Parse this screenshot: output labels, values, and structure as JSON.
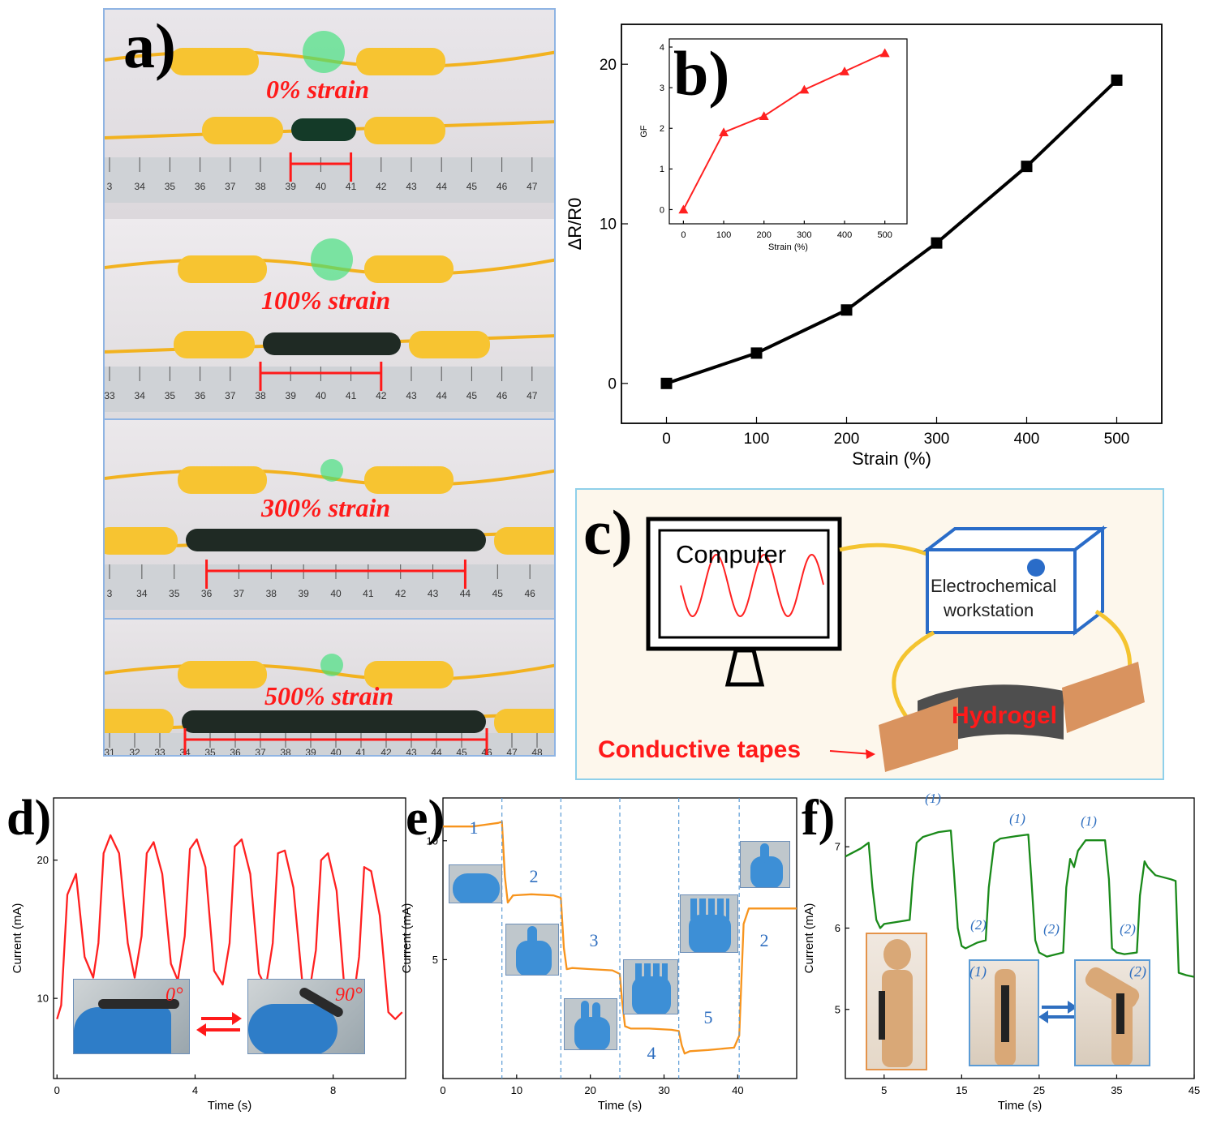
{
  "panel_a": {
    "letter": "a)",
    "photos": [
      {
        "label": "0% strain",
        "ruler": [
          "3",
          "34",
          "35",
          "36",
          "37",
          "38",
          "39",
          "40",
          "41",
          "42",
          "43",
          "44",
          "45",
          "46",
          "47"
        ],
        "marker_from": "39",
        "marker_to": "41"
      },
      {
        "label": "100% strain",
        "ruler": [
          "33",
          "34",
          "35",
          "36",
          "37",
          "38",
          "39",
          "40",
          "41",
          "42",
          "43",
          "44",
          "45",
          "46",
          "47"
        ],
        "marker_from": "38",
        "marker_to": "42"
      },
      {
        "label": "300% strain",
        "ruler": [
          "3",
          "34",
          "35",
          "36",
          "37",
          "38",
          "39",
          "40",
          "41",
          "42",
          "43",
          "44",
          "45",
          "46"
        ],
        "marker_from": "36",
        "marker_to": "44"
      },
      {
        "label": "500% strain",
        "ruler": [
          "31",
          "32",
          "33",
          "34",
          "35",
          "36",
          "37",
          "38",
          "39",
          "40",
          "41",
          "42",
          "43",
          "44",
          "45",
          "46",
          "47",
          "48"
        ],
        "marker_from": "34",
        "marker_to": "46"
      }
    ]
  },
  "panel_b": {
    "letter": "b)"
  },
  "panel_c": {
    "letter": "c)",
    "computer_label": "Computer",
    "workstation_label_1": "Electrochemical",
    "workstation_label_2": "workstation",
    "hydrogel_label": "Hydrogel",
    "tapes_label": "Conductive tapes"
  },
  "panel_d": {
    "letter": "d)",
    "angle_1": "0°",
    "angle_2": "90°"
  },
  "panel_e": {
    "letter": "e)",
    "gestures": [
      "1",
      "2",
      "3",
      "4",
      "5",
      "2"
    ]
  },
  "panel_f": {
    "letter": "f)",
    "state_1": "(1)",
    "state_2": "(2)"
  },
  "colors": {
    "black_series": "#000000",
    "red": "#ff2020",
    "orange": "#f7941d",
    "green": "#1a8a1a",
    "blue_text": "#2f6fc0",
    "dashed": "#5b9bd5"
  },
  "chart_data": [
    {
      "id": "b-main",
      "type": "line",
      "xlabel": "Strain (%)",
      "ylabel": "ΔR/R0",
      "x": [
        0,
        100,
        200,
        300,
        400,
        500
      ],
      "x_ticks": [
        "0",
        "100",
        "200",
        "300",
        "400",
        "500"
      ],
      "y_ticks": [
        "0",
        "10",
        "20"
      ],
      "series": [
        {
          "values": [
            0,
            1.9,
            4.6,
            8.8,
            13.6,
            19.0
          ],
          "marker": "square",
          "color": "#000000"
        }
      ],
      "xlim": [
        -50,
        550
      ],
      "ylim": [
        -2.5,
        22.5
      ]
    },
    {
      "id": "b-inset",
      "type": "line",
      "xlabel": "Strain (%)",
      "ylabel": "GF",
      "x": [
        0,
        100,
        200,
        300,
        400,
        500
      ],
      "x_ticks": [
        "0",
        "100",
        "200",
        "300",
        "400",
        "500"
      ],
      "y_ticks": [
        "0",
        "1",
        "2",
        "3",
        "4"
      ],
      "series": [
        {
          "values": [
            0,
            1.9,
            2.3,
            2.95,
            3.4,
            3.85
          ],
          "marker": "triangle",
          "color": "#ff2020"
        }
      ],
      "xlim": [
        -35,
        555
      ],
      "ylim": [
        -0.35,
        4.2
      ]
    },
    {
      "id": "d",
      "type": "line",
      "xlabel": "Time (s)",
      "ylabel": "Current (mA)",
      "x_ticks": [
        "0",
        "4",
        "8"
      ],
      "y_ticks": [
        "10",
        "20"
      ],
      "xlim": [
        -0.1,
        10.1
      ],
      "ylim": [
        4.2,
        24.5
      ],
      "series": [
        {
          "color": "#ff2020",
          "x": [
            0,
            0.12,
            0.3,
            0.55,
            0.8,
            1.05,
            1.2,
            1.35,
            1.55,
            1.8,
            2.05,
            2.25,
            2.45,
            2.6,
            2.8,
            3.05,
            3.3,
            3.5,
            3.7,
            3.85,
            4.05,
            4.3,
            4.55,
            4.8,
            5.0,
            5.15,
            5.35,
            5.6,
            5.85,
            6.05,
            6.25,
            6.4,
            6.6,
            6.85,
            7.1,
            7.3,
            7.5,
            7.65,
            7.85,
            8.1,
            8.35,
            8.55,
            8.75,
            8.9,
            9.1,
            9.35,
            9.6,
            9.8,
            10.0
          ],
          "values": [
            8.5,
            9.5,
            17.5,
            19.0,
            13.0,
            11.5,
            14.0,
            20.5,
            21.8,
            20.5,
            14.0,
            11.5,
            14.5,
            20.5,
            21.3,
            19.0,
            12.5,
            11.3,
            14.5,
            20.8,
            21.5,
            19.5,
            12.0,
            11.0,
            14.0,
            21.0,
            21.5,
            19.0,
            11.8,
            10.8,
            14.0,
            20.5,
            20.7,
            18.0,
            11.3,
            10.3,
            13.5,
            20.0,
            20.5,
            17.8,
            10.0,
            9.2,
            13.0,
            19.5,
            19.2,
            16.0,
            9.0,
            8.5,
            9.0
          ]
        }
      ]
    },
    {
      "id": "e",
      "type": "line",
      "xlabel": "Time (s)",
      "ylabel": "Current (mA)",
      "x_ticks": [
        "0",
        "10",
        "20",
        "30",
        "40"
      ],
      "y_ticks": [
        "5",
        "10"
      ],
      "xlim": [
        0,
        48
      ],
      "ylim": [
        0,
        11.8
      ],
      "series": [
        {
          "color": "#f7941d",
          "x": [
            0,
            4,
            7.5,
            8.0,
            8.4,
            8.8,
            9.5,
            12,
            15,
            16.0,
            16.4,
            16.8,
            17.5,
            20,
            23,
            24.0,
            24.3,
            24.7,
            25.5,
            28,
            31,
            32.0,
            32.4,
            32.8,
            33.5,
            36,
            39.5,
            40.2,
            40.8,
            41.5,
            44,
            48
          ],
          "values": [
            10.6,
            10.6,
            10.75,
            10.8,
            8.5,
            7.4,
            7.7,
            7.75,
            7.7,
            7.6,
            5.5,
            4.6,
            4.65,
            4.6,
            4.55,
            4.4,
            3.3,
            2.2,
            2.1,
            2.1,
            2.05,
            2.0,
            1.4,
            1.05,
            1.15,
            1.2,
            1.3,
            1.8,
            6.5,
            7.15,
            7.15,
            7.15
          ]
        }
      ]
    },
    {
      "id": "f",
      "type": "line",
      "xlabel": "Time (s)",
      "ylabel": "Current (mA)",
      "x_ticks": [
        "5",
        "15",
        "25",
        "35",
        "45"
      ],
      "y_ticks": [
        "5",
        "6",
        "7"
      ],
      "xlim": [
        0,
        45
      ],
      "ylim": [
        4.15,
        7.6
      ],
      "series": [
        {
          "color": "#1a8a1a",
          "x": [
            0,
            2,
            3,
            3.5,
            4,
            4.5,
            5,
            7,
            8.3,
            8.7,
            9.2,
            10,
            12,
            13.6,
            14,
            14.5,
            15,
            15.5,
            17,
            18.1,
            18.5,
            19.2,
            20,
            22,
            23.6,
            24,
            24.5,
            25,
            26,
            28.1,
            28.5,
            29,
            29.5,
            30,
            31,
            33.5,
            34,
            34.4,
            35,
            36,
            37.6,
            38,
            38.6,
            39,
            40,
            42,
            42.6,
            43,
            44,
            45
          ],
          "values": [
            6.88,
            6.98,
            7.05,
            6.5,
            6.1,
            6.0,
            6.05,
            6.08,
            6.1,
            6.6,
            7.05,
            7.12,
            7.18,
            7.2,
            6.7,
            6.0,
            5.78,
            5.75,
            5.82,
            5.85,
            6.5,
            7.05,
            7.1,
            7.13,
            7.15,
            6.6,
            5.85,
            5.7,
            5.65,
            5.7,
            6.5,
            6.85,
            6.75,
            6.95,
            7.08,
            7.08,
            6.6,
            5.75,
            5.7,
            5.68,
            5.7,
            6.4,
            6.82,
            6.75,
            6.65,
            6.6,
            6.58,
            5.45,
            5.42,
            5.4
          ]
        }
      ]
    }
  ]
}
